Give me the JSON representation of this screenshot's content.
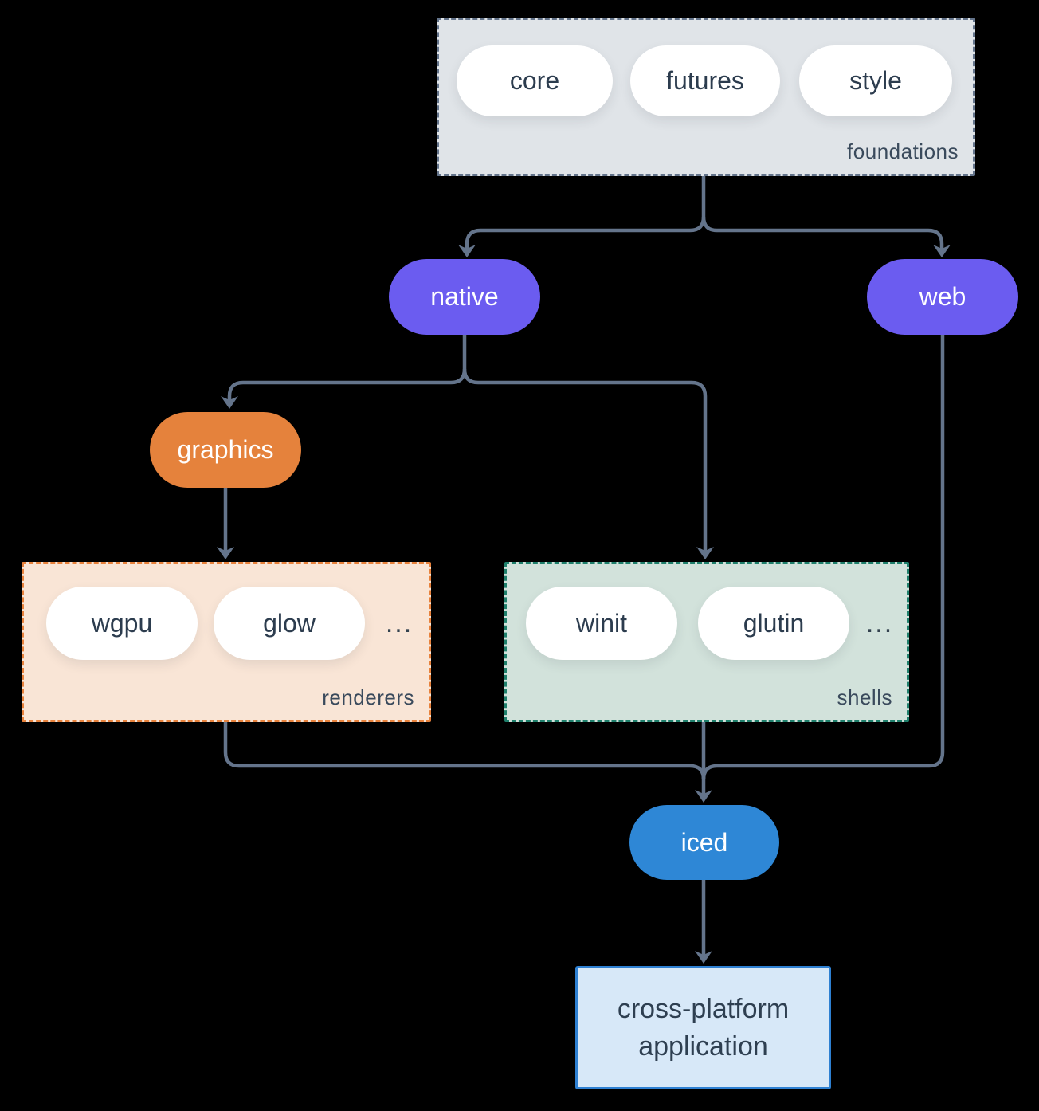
{
  "diagram": {
    "groups": {
      "foundations": {
        "label": "foundations",
        "pills": [
          "core",
          "futures",
          "style"
        ]
      },
      "renderers": {
        "label": "renderers",
        "pills": [
          "wgpu",
          "glow"
        ],
        "more": "..."
      },
      "shells": {
        "label": "shells",
        "pills": [
          "winit",
          "glutin"
        ],
        "more": "..."
      }
    },
    "nodes": {
      "native": "native",
      "web": "web",
      "graphics": "graphics",
      "iced": "iced",
      "app": "cross-platform application"
    },
    "colors": {
      "background": "#000000",
      "connector": "#64748b",
      "node_purple": "#6b5cf0",
      "node_orange": "#e5823c",
      "node_blue": "#2e87d6",
      "foundations_fill": "#e0e4e8",
      "foundations_border": "#64748b",
      "renderers_fill": "#f9e5d6",
      "renderers_border": "#e8823c",
      "shells_fill": "#d2e2db",
      "shells_border": "#1f806c",
      "app_fill": "#d7e8f8",
      "app_border": "#2e80d2",
      "text_dark": "#2c3c4e",
      "text_light": "#ffffff"
    }
  }
}
